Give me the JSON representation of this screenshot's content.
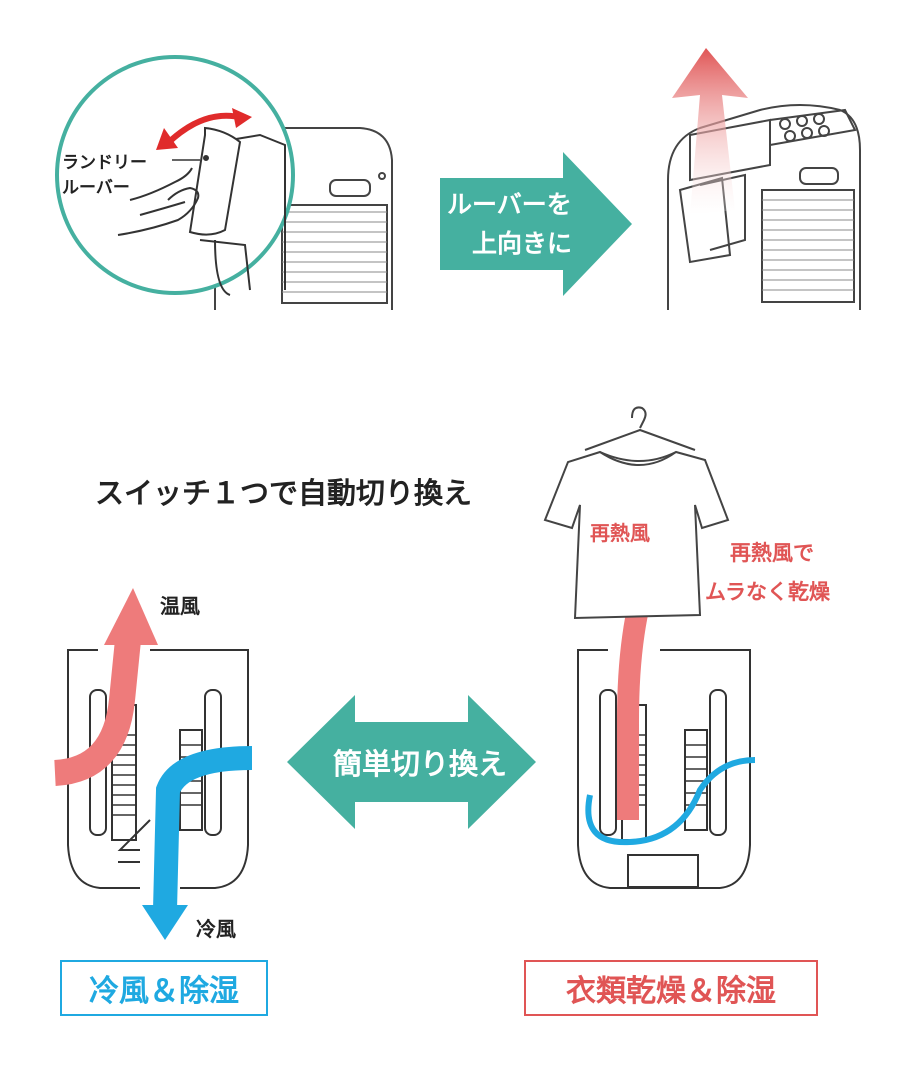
{
  "colors": {
    "teal": "#45b0a0",
    "red": "#e05555",
    "pink": "#ee7b7b",
    "blue": "#1fa9e1",
    "ink": "#333333"
  },
  "top": {
    "callout_line1": "ランドリー",
    "callout_line2": "ルーバー",
    "arrow_line1": "ルーバーを",
    "arrow_line2": "上向きに"
  },
  "bottom": {
    "heading": "スイッチ１つで自動切り換え",
    "warm_air": "温風",
    "cold_air": "冷風",
    "switch_label": "簡単切り換え",
    "reheat_air": "再熱風",
    "reheat_note_line1": "再熱風で",
    "reheat_note_line2": "ムラなく乾燥",
    "left_mode": "冷風＆除湿",
    "right_mode": "衣類乾燥＆除湿"
  }
}
